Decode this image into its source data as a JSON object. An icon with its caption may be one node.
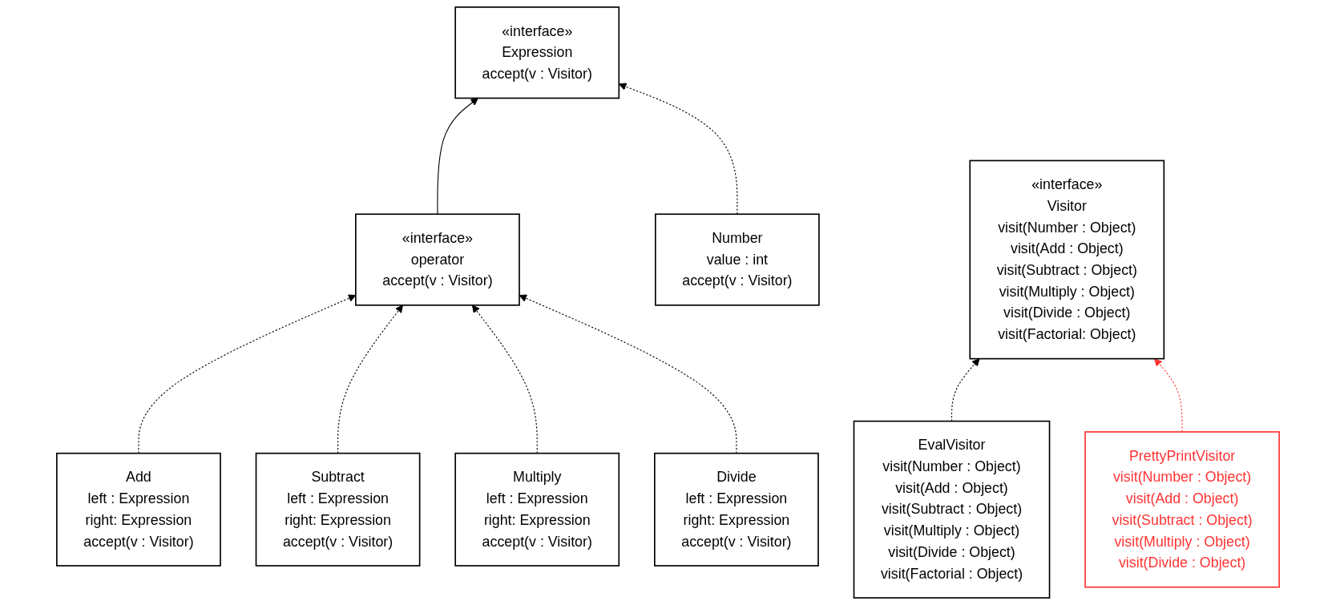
{
  "diagram": {
    "nodes": [
      {
        "text": [
          "«interface»",
          "Expression",
          "accept(v : Visitor)"
        ]
      },
      {
        "text": [
          "«interface»",
          "operator",
          "accept(v : Visitor)"
        ]
      },
      {
        "text": [
          "Number",
          "value : int",
          "accept(v : Visitor)"
        ]
      },
      {
        "text": [
          "Add",
          "left : Expression",
          "right: Expression",
          "accept(v : Visitor)"
        ]
      },
      {
        "text": [
          "Subtract",
          "left : Expression",
          "right: Expression",
          "accept(v : Visitor)"
        ]
      },
      {
        "text": [
          "Multiply",
          "left : Expression",
          "right: Expression",
          "accept(v : Visitor)"
        ]
      },
      {
        "text": [
          "Divide",
          "left : Expression",
          "right: Expression",
          "accept(v : Visitor)"
        ]
      },
      {
        "text": [
          "«interface»",
          "Visitor",
          "visit(Number : Object)",
          "visit(Add : Object)",
          "visit(Subtract : Object)",
          "visit(Multiply : Object)",
          "visit(Divide : Object)",
          "visit(Factorial: Object)"
        ]
      },
      {
        "text": [
          "EvalVisitor",
          "visit(Number : Object)",
          "visit(Add : Object)",
          "visit(Subtract : Object)",
          "visit(Multiply : Object)",
          "visit(Divide : Object)",
          "visit(Factorial : Object)"
        ]
      },
      {
        "text": [
          "PrettyPrintVisitor",
          "visit(Number : Object)",
          "visit(Add : Object)",
          "visit(Subtract : Object)",
          "visit(Multiply : Object)",
          "visit(Divide : Object)"
        ]
      }
    ],
    "edges": [
      {
        "from": 1,
        "to": 0,
        "arrow": "to"
      },
      {
        "from": 2,
        "to": 0,
        "arrow": "to",
        "style": "dashed"
      },
      {
        "from": 3,
        "to": 1,
        "arrow": "to",
        "style": "dashed"
      },
      {
        "from": 4,
        "to": 1,
        "arrow": "to",
        "style": "dashed"
      },
      {
        "from": 5,
        "to": 1,
        "arrow": "to",
        "style": "dashed"
      },
      {
        "from": 6,
        "to": 1,
        "arrow": "to",
        "style": "dashed"
      },
      {
        "from": 8,
        "to": 7,
        "arrow": "to",
        "style": "dashed"
      },
      {
        "from": 9,
        "to": 7,
        "arrow": "to",
        "style": "dashed",
        "color": "#ff3333"
      }
    ]
  }
}
